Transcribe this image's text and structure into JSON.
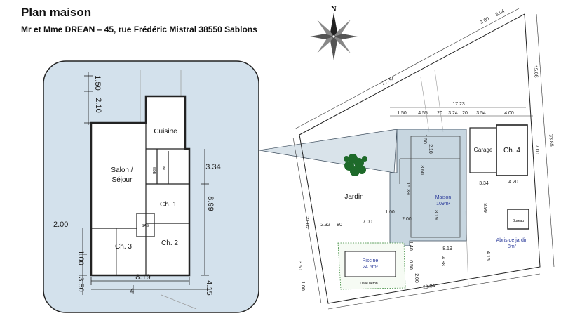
{
  "header": {
    "title": "Plan maison",
    "subtitle": "Mr et Mme DREAN – 45, rue Frédéric Mistral 38550 Sablons"
  },
  "compass": {
    "north": "N"
  },
  "zoom": {
    "rooms": {
      "cuisine": "Cuisine",
      "salon_line1": "Salon /",
      "salon_line2": "Séjour",
      "wc": "WC",
      "sdb": "SDB",
      "ch1": "Ch. 1",
      "ch2": "Ch. 2",
      "ch3": "Ch. 3",
      "sas": "SAS"
    },
    "dims": {
      "top_1": "1.50",
      "top_2": "2.10",
      "right_334": "3.34",
      "right_899": "8.99",
      "right_415": "4.15",
      "left_200": "2.00",
      "left_100": "1.00",
      "left_350": "3.50",
      "bottom_819": "8.19",
      "bottom_4": "4"
    }
  },
  "site": {
    "labels": {
      "jardin": "Jardin",
      "garage": "Garage",
      "ch4": "Ch. 4",
      "maison": "Maison",
      "maison_area": "109m²",
      "bureau": "Bureau",
      "abri": "Abris de jardin",
      "abri_area": "8m²",
      "piscine": "Piscine",
      "piscine_area": "24.5m²",
      "dalle": "Dalle béton"
    },
    "dims": {
      "d_300": "3.00",
      "d_304": "3.04",
      "d_1508": "15.08",
      "d_3385": "33.85",
      "d_2739": "27.39",
      "d_1723": "17.23",
      "d_150": "1.50",
      "d_455": "4.55",
      "d_20a": "20",
      "d_324": "3.24",
      "d_20b": "20",
      "d_354": "3.54",
      "d_400": "4.00",
      "d_700v": "7.00",
      "d_150v": "1.50",
      "d_210v": "2.10",
      "d_360": "3.60",
      "d_1539": "15.39",
      "d_334": "3.34",
      "d_420": "4.20",
      "d_100": "1.00",
      "d_200": "2.00",
      "d_819v": "8.19",
      "d_899": "8.99",
      "d_2102": "21.02",
      "d_232": "2.32",
      "d_80": "80",
      "d_700h": "7.00",
      "d_140": "1.40",
      "d_819h": "8.19",
      "d_498": "4.98",
      "d_415": "4.15",
      "d_350": "3.50",
      "d_100b": "1.00",
      "d_050": "0.50",
      "d_200b": "2.00",
      "d_2904": "29.04"
    }
  }
}
